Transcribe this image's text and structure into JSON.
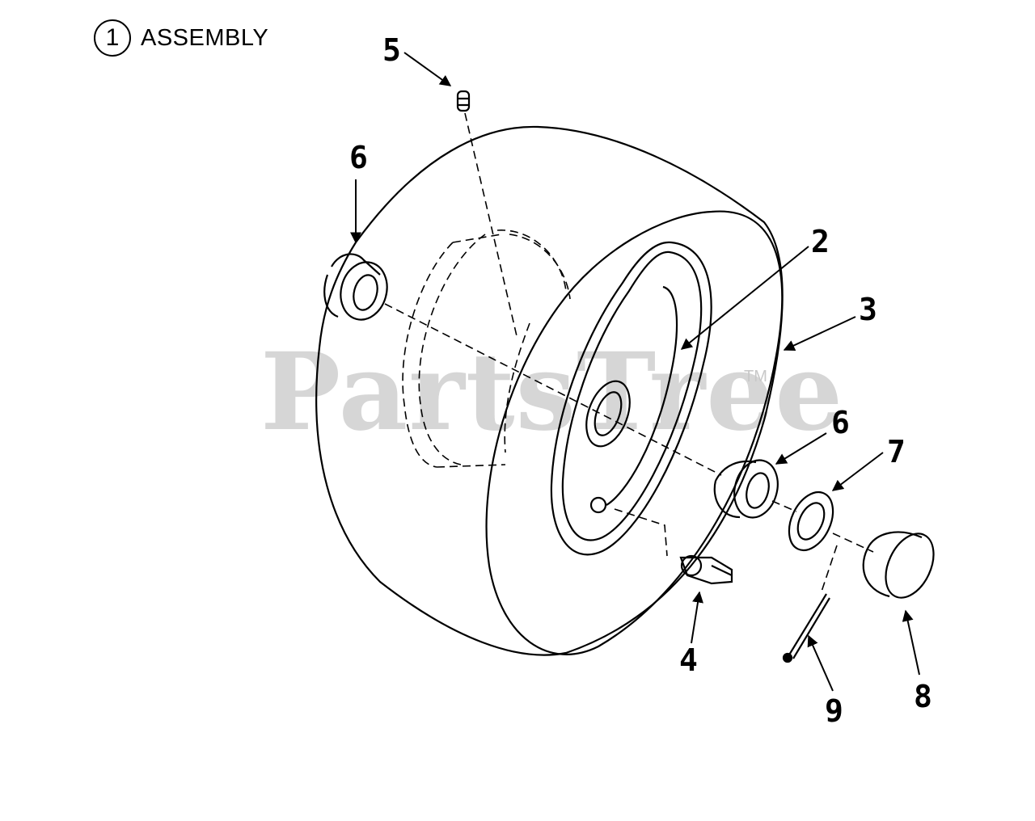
{
  "assembly": {
    "number": "1",
    "label": "ASSEMBLY"
  },
  "watermark": {
    "text": "PartsTree",
    "trademark": "TM"
  },
  "callouts": [
    {
      "id": "c5a",
      "number": "5"
    },
    {
      "id": "c6a",
      "number": "6"
    },
    {
      "id": "c2",
      "number": "2"
    },
    {
      "id": "c3",
      "number": "3"
    },
    {
      "id": "c6b",
      "number": "6"
    },
    {
      "id": "c7",
      "number": "7"
    },
    {
      "id": "c4",
      "number": "4"
    },
    {
      "id": "c9",
      "number": "9"
    },
    {
      "id": "c8",
      "number": "8"
    }
  ],
  "colors": {
    "ink": "#000000",
    "watermark": "#d6d6d6"
  }
}
